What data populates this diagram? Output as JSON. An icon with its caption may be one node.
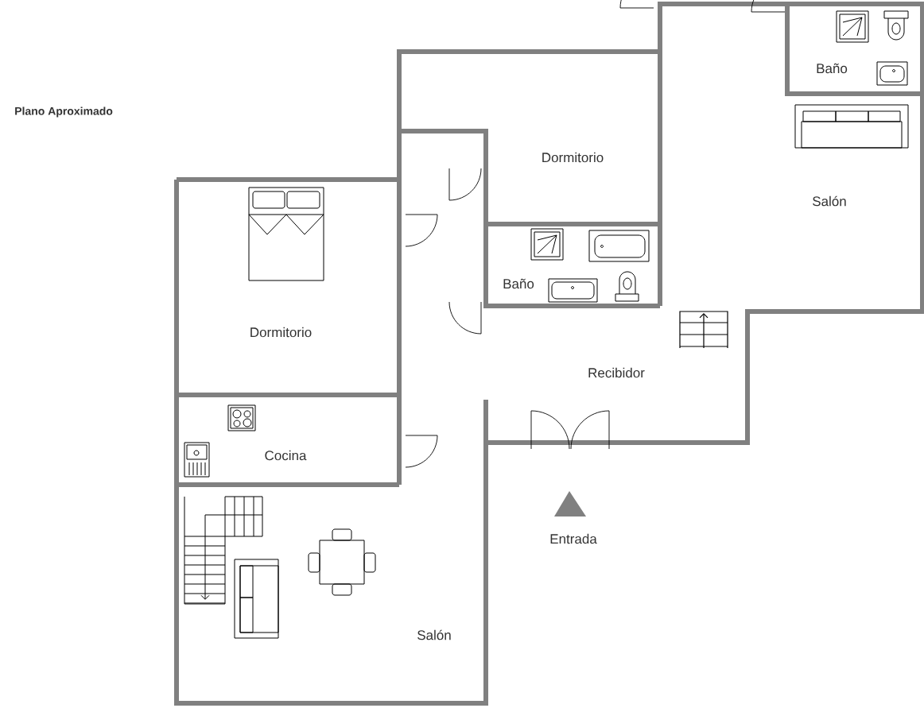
{
  "diagram": {
    "title": "Plano Aproximado",
    "labels": [
      "Baño",
      "Dormitorio",
      "Salón",
      "Baño",
      "Dormitorio",
      "Recibidor",
      "Cocina",
      "Entrada",
      "Salón"
    ]
  }
}
